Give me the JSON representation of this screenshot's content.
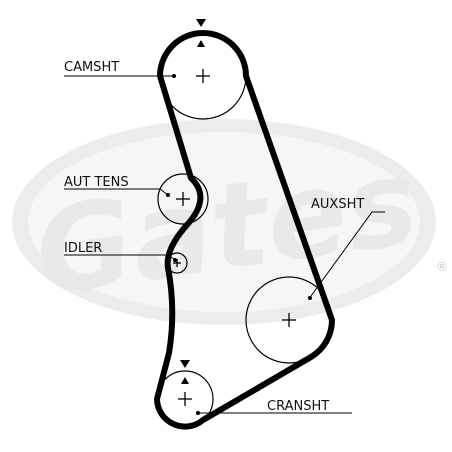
{
  "watermark": {
    "brand": "Gates",
    "registered": "®"
  },
  "labels": {
    "camshaft": "CAMSHT",
    "auto_tensioner": "AUT TENS",
    "idler": "IDLER",
    "aux_shaft": "AUXSHT",
    "crankshaft": "CRANSHT"
  },
  "colors": {
    "belt": "#000000",
    "watermark": "#e9e9e9",
    "text": "#111111"
  },
  "icons": {
    "timing_mark_top": "triangle-down-up-marks",
    "timing_mark_bottom": "triangle-down-up-marks",
    "pulley_center": "plus-sign"
  }
}
